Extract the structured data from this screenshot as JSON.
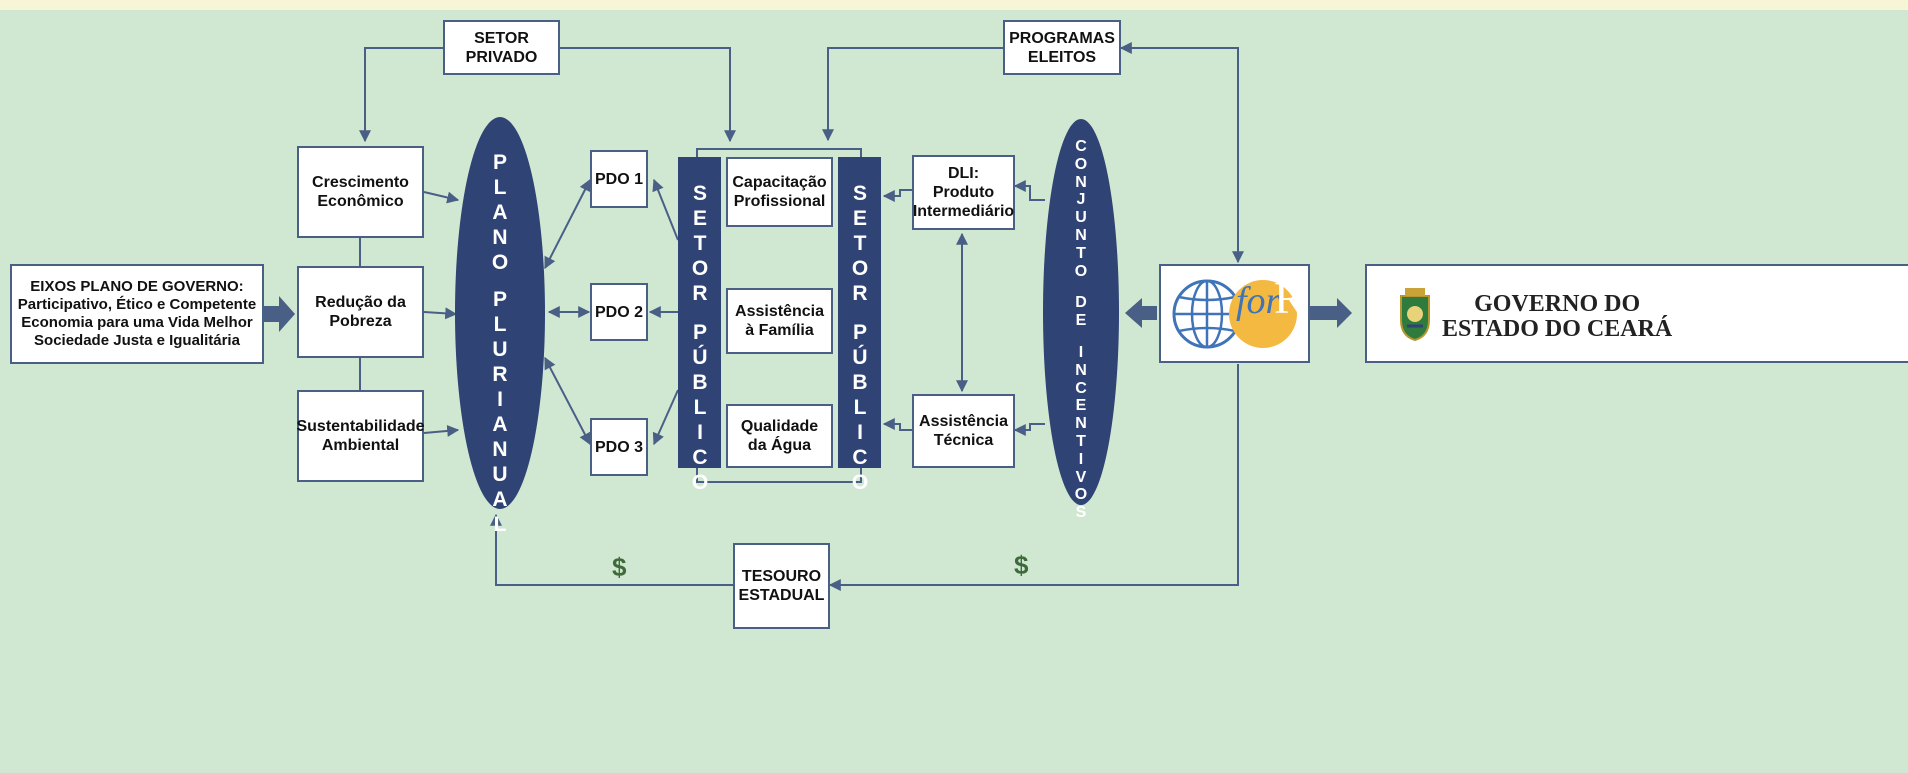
{
  "colors": {
    "background": "#d0e8d2",
    "navy": "#2f4374",
    "line": "#4a5f85",
    "pfor_orange": "#f4b941",
    "pfor_blue": "#3f74b8",
    "dollar_green": "#3f6b3a"
  },
  "left": {
    "eixos": "EIXOS PLANO DE GOVERNO:\nParticipativo, Ético e Competente\nEconomia para uma Vida Melhor\nSociedade Justa e Igualitária"
  },
  "objectives": [
    {
      "label": "Crescimento\nEconômico"
    },
    {
      "label": "Redução da\nPobreza"
    },
    {
      "label": "Sustentabilidade\nAmbiental"
    }
  ],
  "top": {
    "setor_privado": "SETOR\nPRIVADO",
    "programas_eleitos": "PROGRAMAS\nELEITOS"
  },
  "plano_plurianual": {
    "word1": [
      "P",
      "L",
      "A",
      "N",
      "O"
    ],
    "word2": [
      "P",
      "L",
      "U",
      "R",
      "I",
      "A",
      "N",
      "U",
      "A",
      "L"
    ]
  },
  "pdos": [
    {
      "label": "PDO 1"
    },
    {
      "label": "PDO 2"
    },
    {
      "label": "PDO 3"
    }
  ],
  "setor_publico": {
    "word1": [
      "S",
      "E",
      "T",
      "O",
      "R"
    ],
    "word2": [
      "P",
      "Ú",
      "B",
      "L",
      "I",
      "C",
      "O"
    ]
  },
  "sectors": [
    {
      "label": "Capacitação\nProfissional"
    },
    {
      "label": "Assistência\nà Família"
    },
    {
      "label": "Qualidade\nda Água"
    }
  ],
  "dli": {
    "produto": "DLI:\nProduto\nIntermediário",
    "assistencia": "Assistência\nTécnica"
  },
  "conjunto": {
    "word1": [
      "C",
      "O",
      "N",
      "J",
      "U",
      "N",
      "T",
      "O"
    ],
    "word2": [
      "D",
      "E"
    ],
    "word3": [
      "I",
      "N",
      "C",
      "E",
      "N",
      "T",
      "I",
      "V",
      "O",
      "S"
    ]
  },
  "pfor": {
    "text": "for",
    "letter": "R",
    "globe_icon": "world-globe-icon"
  },
  "governo": {
    "text": "GOVERNO DO\nESTADO DO CEARÁ",
    "crest_icon": "state-coat-of-arms-icon"
  },
  "tesouro": "TESOURO\nESTADUAL",
  "dollars": [
    "$",
    "$"
  ]
}
